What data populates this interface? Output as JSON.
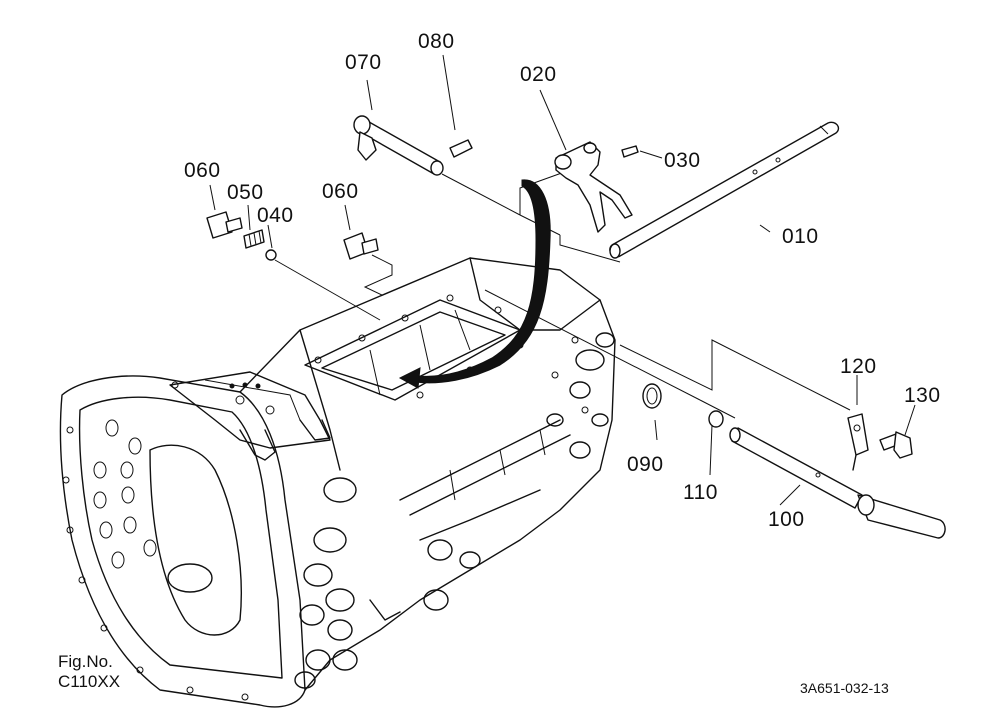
{
  "diagram": {
    "callouts": [
      {
        "id": "010",
        "label": "010"
      },
      {
        "id": "020",
        "label": "020"
      },
      {
        "id": "030",
        "label": "030"
      },
      {
        "id": "040",
        "label": "040"
      },
      {
        "id": "050",
        "label": "050"
      },
      {
        "id": "060a",
        "label": "060"
      },
      {
        "id": "060b",
        "label": "060"
      },
      {
        "id": "070",
        "label": "070"
      },
      {
        "id": "080",
        "label": "080"
      },
      {
        "id": "090",
        "label": "090"
      },
      {
        "id": "100",
        "label": "100"
      },
      {
        "id": "110",
        "label": "110"
      },
      {
        "id": "120",
        "label": "120"
      },
      {
        "id": "130",
        "label": "130"
      }
    ],
    "fig_label_line1": "Fig.No.",
    "fig_label_line2": "C110XX",
    "drawing_code": "3A651-032-13"
  },
  "colors": {
    "ink": "#111111",
    "paper": "#ffffff"
  }
}
